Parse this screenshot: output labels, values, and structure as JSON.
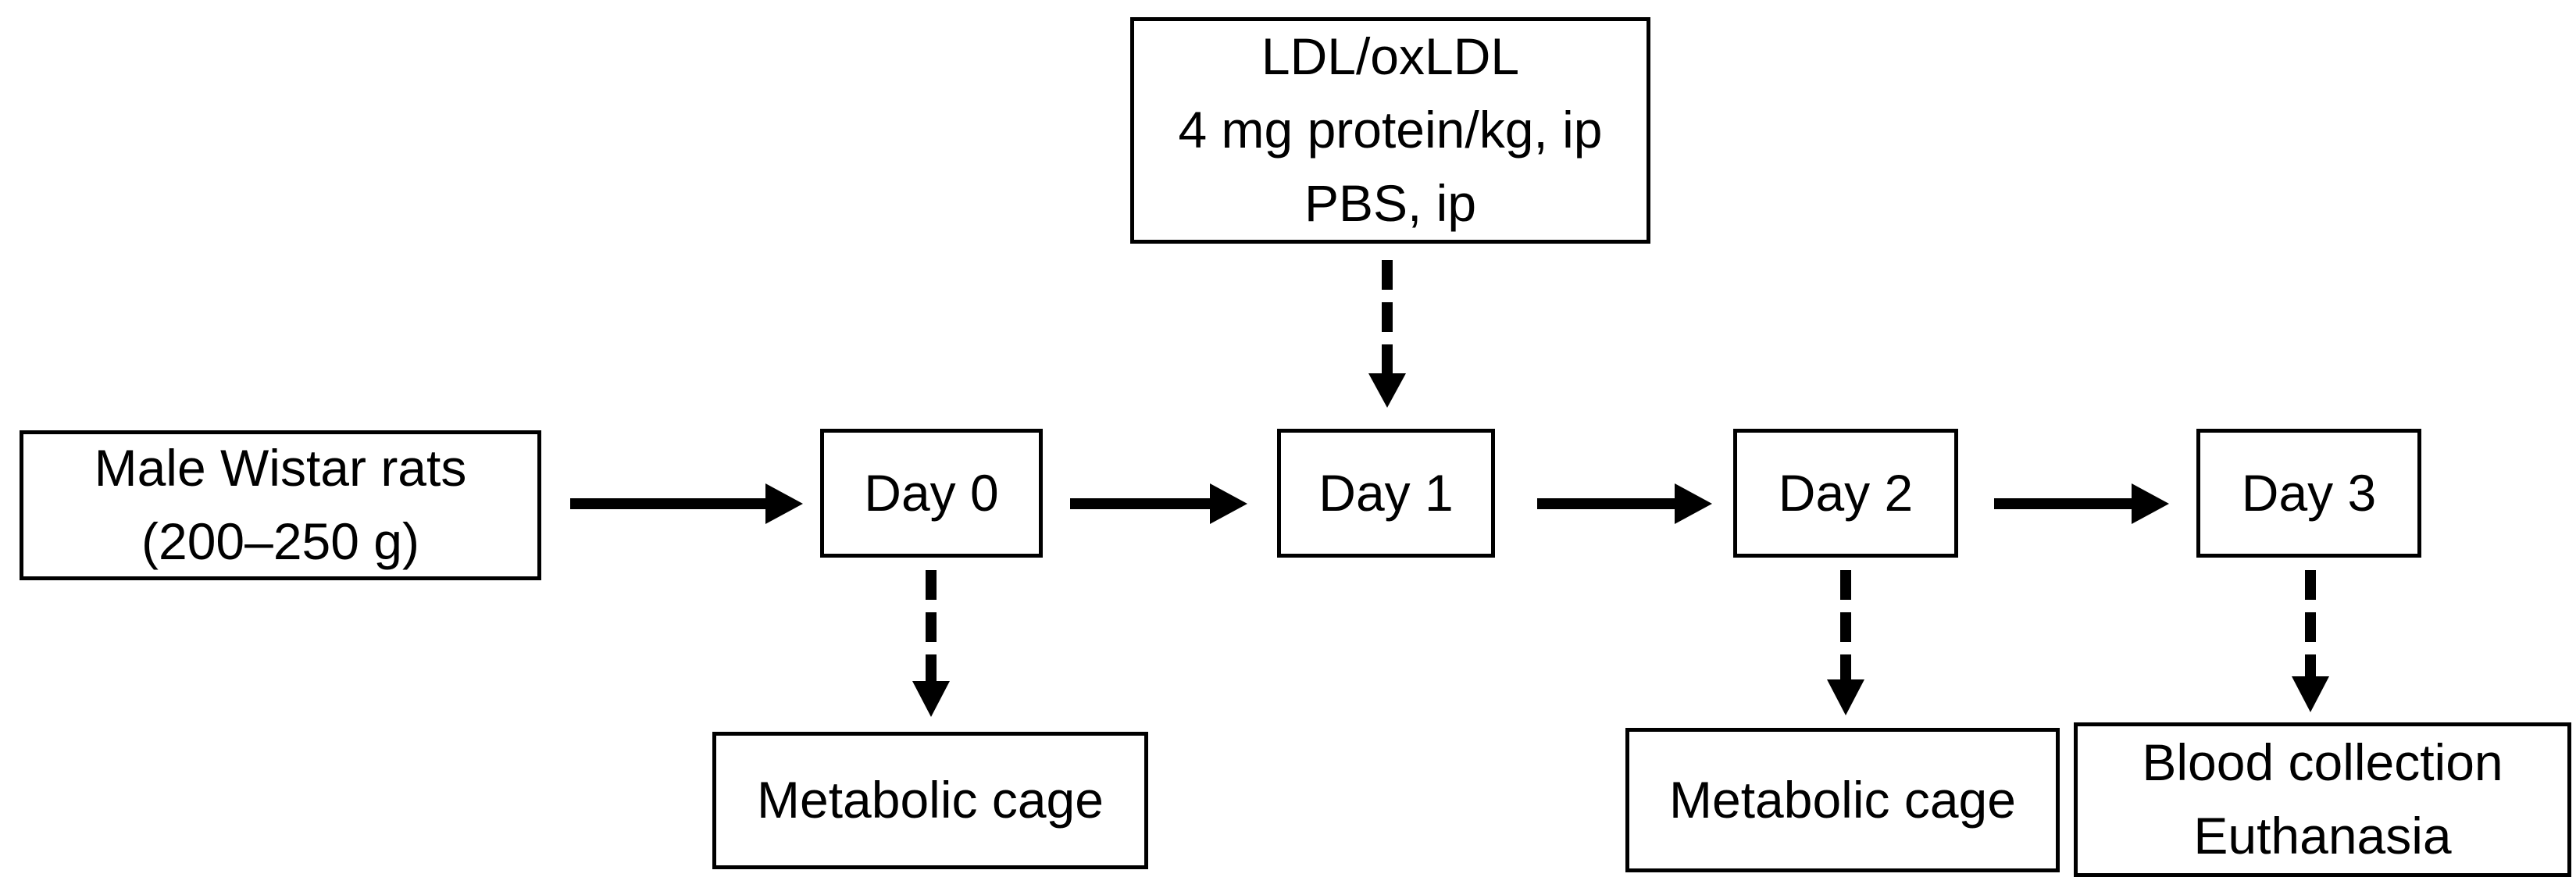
{
  "diagram": {
    "type": "experimental-timeline-flowchart",
    "nodes": {
      "injection": {
        "lines": [
          "LDL/oxLDL",
          "4 mg protein/kg, ip",
          "PBS, ip"
        ]
      },
      "subjects": {
        "lines": [
          "Male Wistar rats",
          "(200–250 g)"
        ]
      },
      "day0": {
        "label": "Day 0"
      },
      "day1": {
        "label": "Day 1"
      },
      "day2": {
        "label": "Day 2"
      },
      "day3": {
        "label": "Day 3"
      },
      "cage1": {
        "label": "Metabolic cage"
      },
      "cage2": {
        "label": "Metabolic cage"
      },
      "endpoint": {
        "lines": [
          "Blood collection",
          "Euthanasia"
        ]
      }
    },
    "edges": [
      {
        "from": "subjects",
        "to": "day0",
        "style": "solid",
        "direction": "right"
      },
      {
        "from": "day0",
        "to": "day1",
        "style": "solid",
        "direction": "right"
      },
      {
        "from": "day1",
        "to": "day2",
        "style": "solid",
        "direction": "right"
      },
      {
        "from": "day2",
        "to": "day3",
        "style": "solid",
        "direction": "right"
      },
      {
        "from": "injection",
        "to": "day1",
        "style": "dashed",
        "direction": "down"
      },
      {
        "from": "day0",
        "to": "cage1",
        "style": "dashed",
        "direction": "down"
      },
      {
        "from": "day2",
        "to": "cage2",
        "style": "dashed",
        "direction": "down"
      },
      {
        "from": "day3",
        "to": "endpoint",
        "style": "dashed",
        "direction": "down"
      }
    ],
    "colors": {
      "box_border": "#000000",
      "box_fill": "#ffffff",
      "text": "#000000",
      "arrow": "#000000",
      "page_background": "#ffffff"
    }
  }
}
